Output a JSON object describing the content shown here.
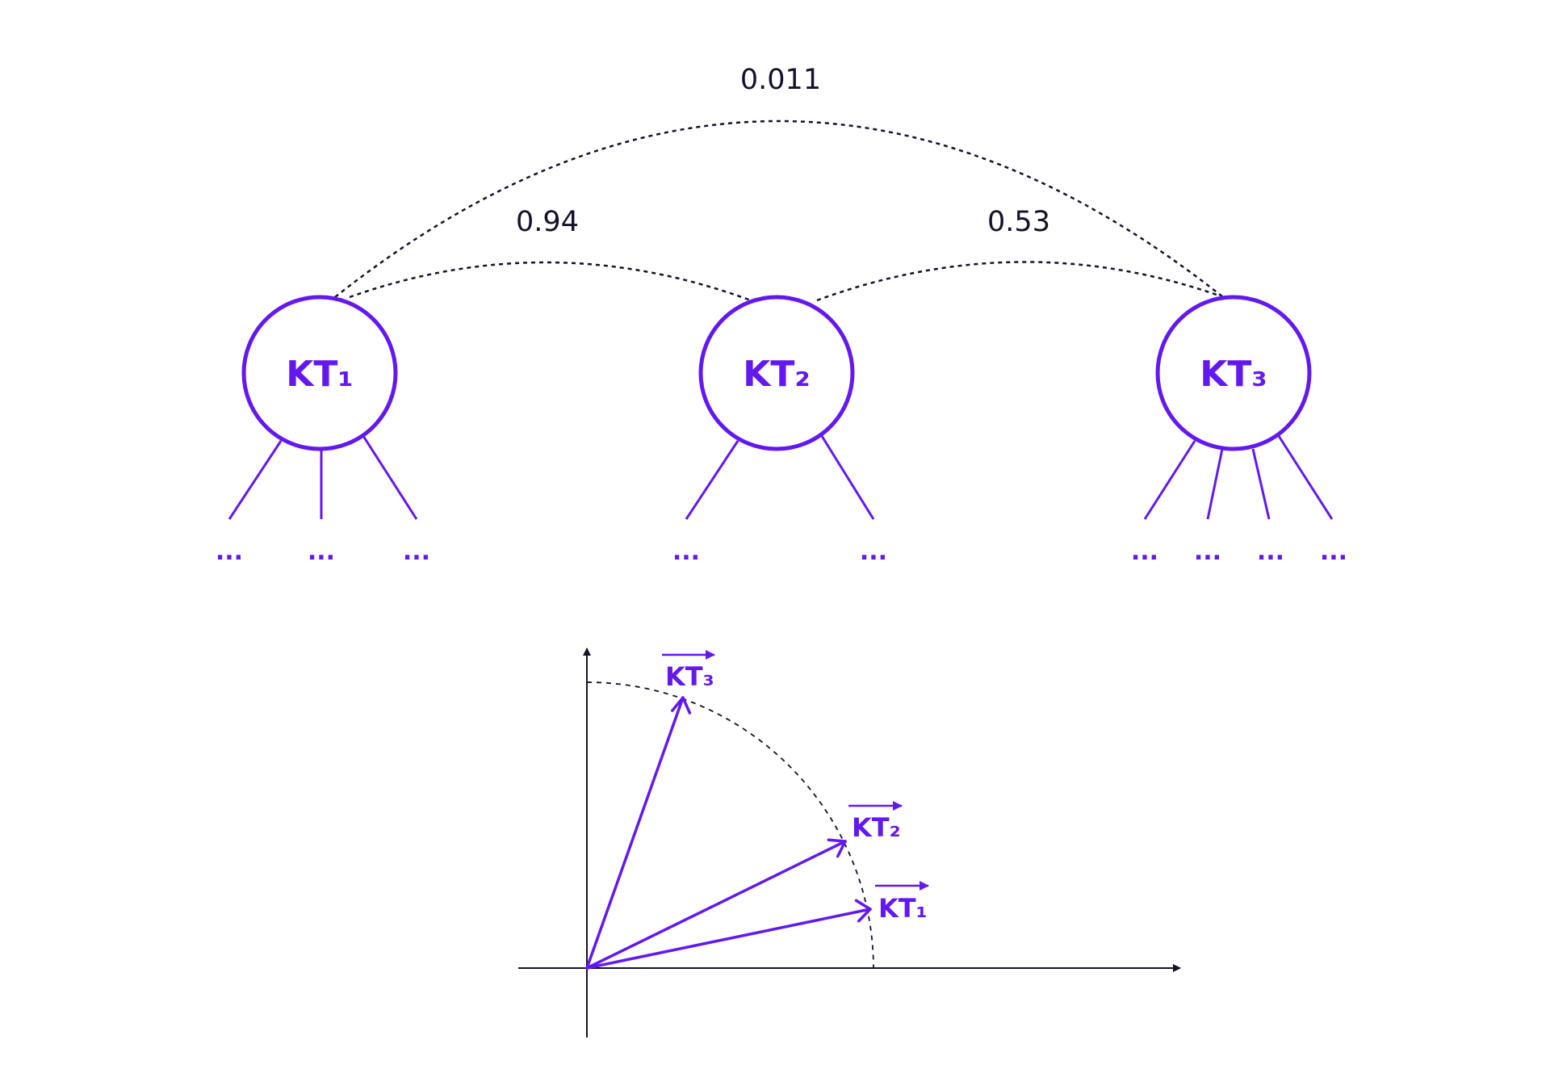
{
  "colors": {
    "accent": "#6318f0",
    "ink": "#14112a",
    "background": "#ffffff"
  },
  "graph": {
    "nodes": [
      {
        "id": "kt1",
        "label": "KT₁",
        "child_count": 3
      },
      {
        "id": "kt2",
        "label": "KT₂",
        "child_count": 2
      },
      {
        "id": "kt3",
        "label": "KT₃",
        "child_count": 4
      }
    ],
    "edges": [
      {
        "from": "kt1",
        "to": "kt2",
        "label": "0.94"
      },
      {
        "from": "kt2",
        "to": "kt3",
        "label": "0.53"
      },
      {
        "from": "kt1",
        "to": "kt3",
        "label": "0.011"
      }
    ],
    "child_placeholder": "..."
  },
  "vectors": {
    "items": [
      {
        "label": "KT₁"
      },
      {
        "label": "KT₂"
      },
      {
        "label": "KT₃"
      }
    ]
  }
}
